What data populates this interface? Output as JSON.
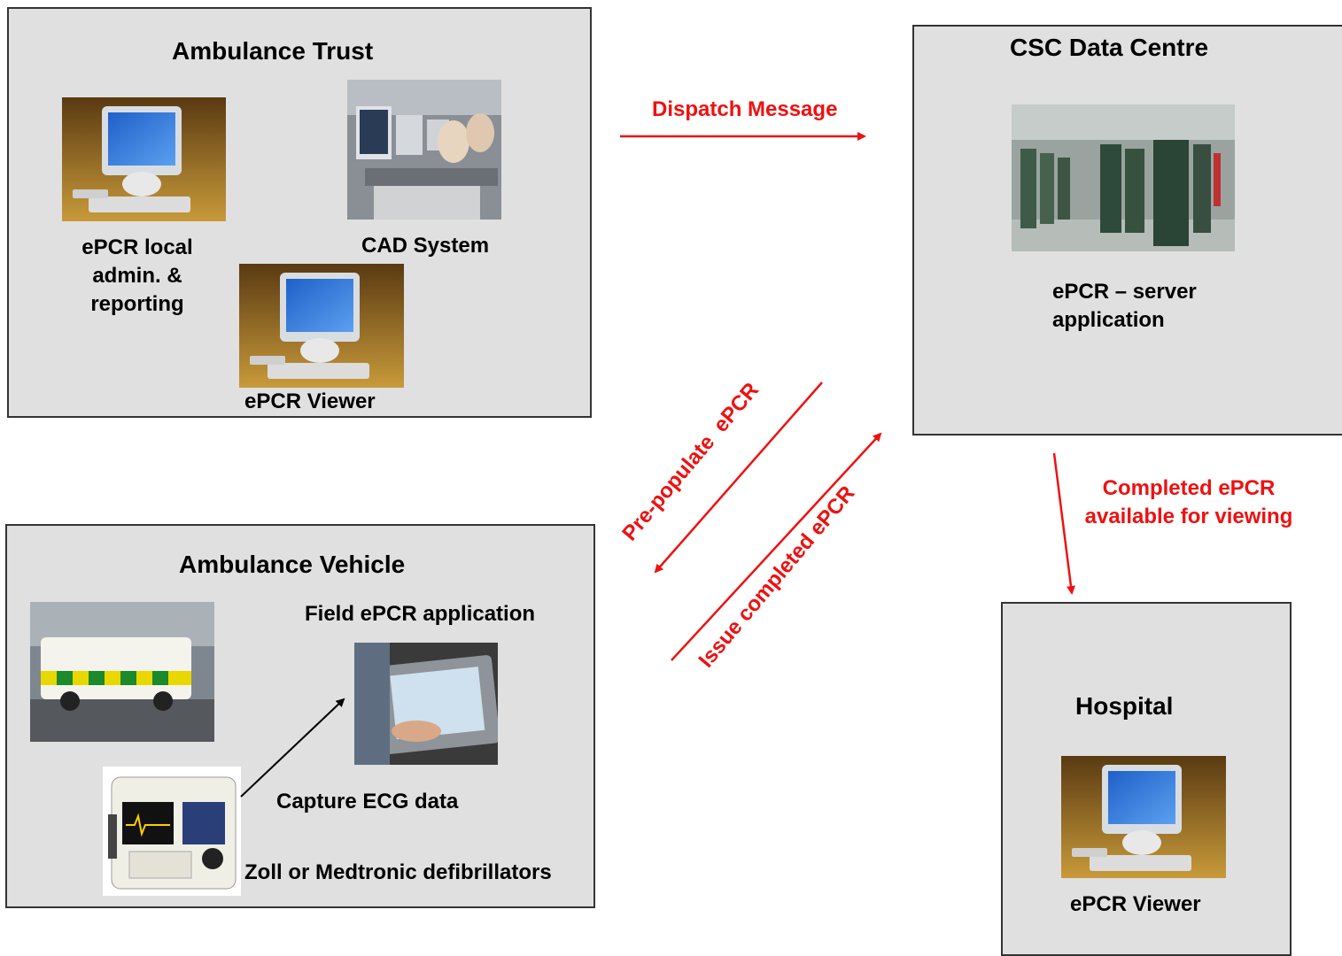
{
  "trust": {
    "title": "Ambulance Trust",
    "admin_label_1": "ePCR local",
    "admin_label_2": "admin. &",
    "admin_label_3": "reporting",
    "cad_label": "CAD System",
    "viewer_label": "ePCR Viewer"
  },
  "datacentre": {
    "title": "CSC Data Centre",
    "server_label_1": "ePCR – server",
    "server_label_2": "application"
  },
  "vehicle": {
    "title": "Ambulance Vehicle",
    "field_label": "Field ePCR application",
    "ecg_label": "Capture ECG data",
    "defib_label": "Zoll or Medtronic defibrillators"
  },
  "hospital": {
    "title": "Hospital",
    "viewer_label": "ePCR Viewer"
  },
  "flows": {
    "dispatch": "Dispatch Message",
    "prepopulate": "Pre-populate  ePCR",
    "issue": "Issue completed ePCR",
    "completed_1": "Completed ePCR",
    "completed_2": "available for viewing"
  },
  "colors": {
    "arrow": "#ee1111",
    "box_fill": "#e0e0e0",
    "box_border": "#333333"
  }
}
